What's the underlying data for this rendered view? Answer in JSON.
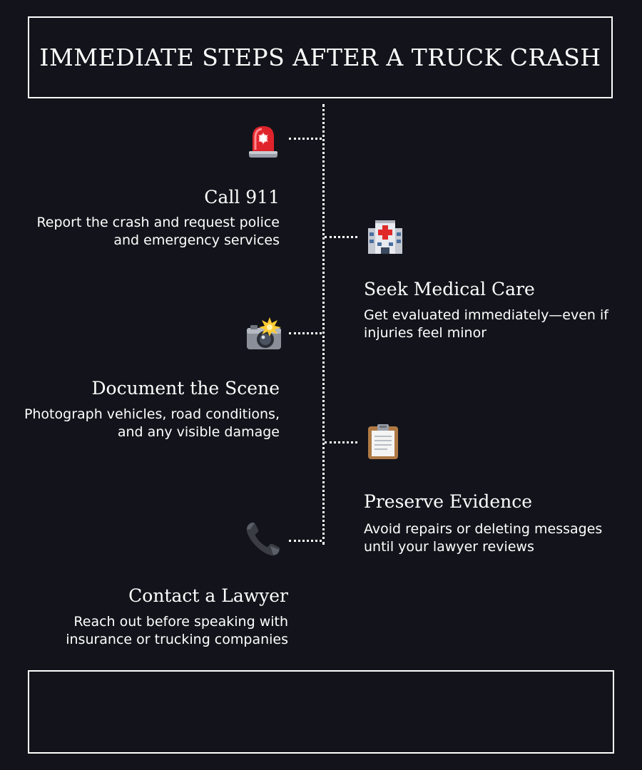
{
  "header": {
    "title": "IMMEDIATE STEPS AFTER A TRUCK CRASH"
  },
  "steps": [
    {
      "icon": "siren-icon",
      "title": "Call 911",
      "description": "Report the crash and request police and emergency services"
    },
    {
      "icon": "hospital-icon",
      "title": "Seek Medical Care",
      "description": "Get evaluated immediately—even if injuries feel minor"
    },
    {
      "icon": "camera-flash-icon",
      "title": "Document the Scene",
      "description": "Photograph vehicles, road conditions, and any visible damage"
    },
    {
      "icon": "clipboard-icon",
      "title": "Preserve Evidence",
      "description": "Avoid repairs or deleting messages until your lawyer reviews"
    },
    {
      "icon": "telephone-icon",
      "title": "Contact a Lawyer",
      "description": "Reach out before speaking with insurance or trucking companies"
    }
  ],
  "colors": {
    "background": "#13141b",
    "text": "#ffffff",
    "siren_red": "#e0232b",
    "hospital_cross": "#e02a2a"
  }
}
